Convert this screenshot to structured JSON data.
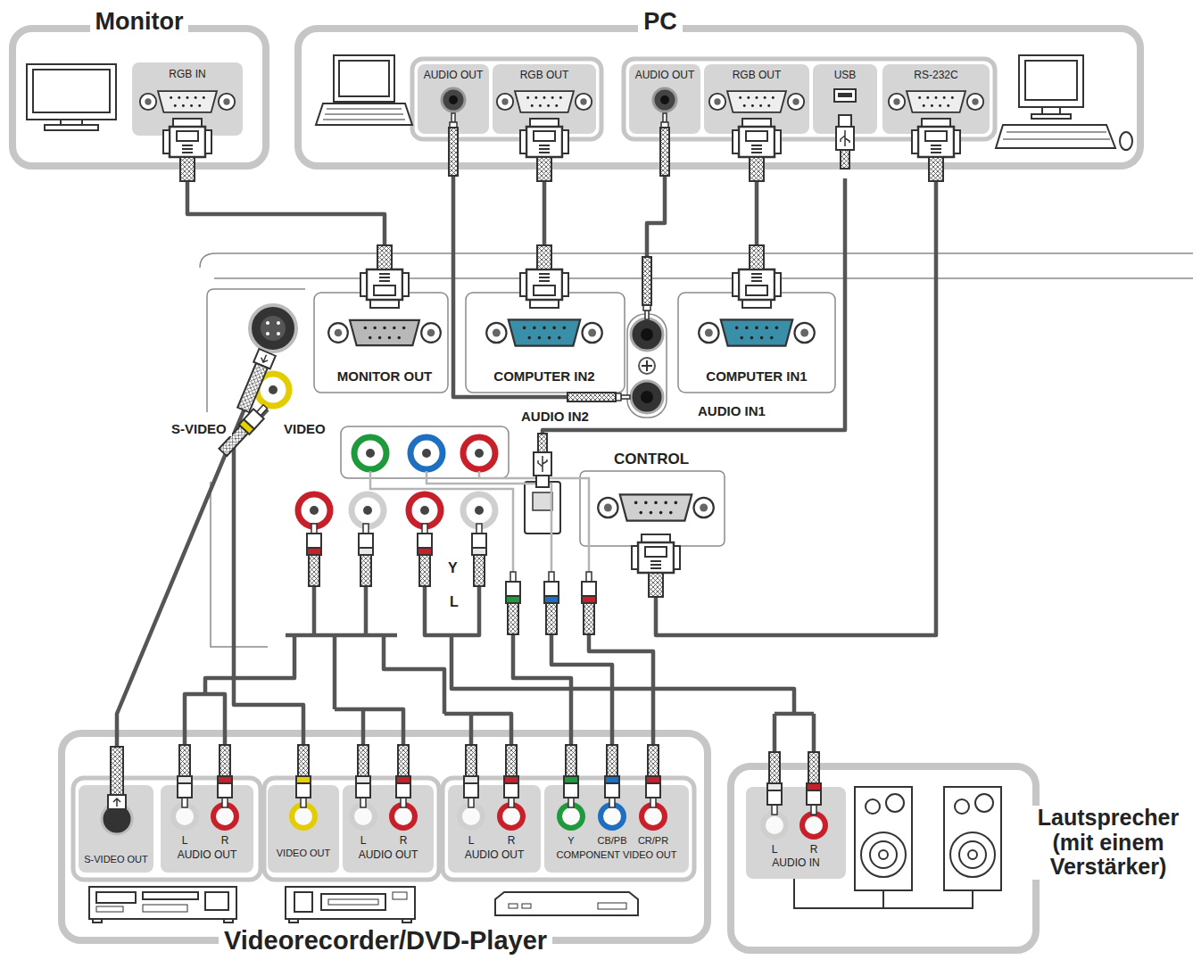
{
  "diagram": {
    "nodes": [
      {
        "text": [
          "Monitor"
        ]
      },
      {
        "text": [
          "RGB IN"
        ],
        "in": 0
      },
      {
        "text": [
          "PC"
        ]
      },
      {
        "text": [
          "AUDIO OUT"
        ],
        "in": 2
      },
      {
        "text": [
          "RGB OUT"
        ],
        "in": 2
      },
      {
        "text": [
          "AUDIO OUT"
        ],
        "in": 2
      },
      {
        "text": [
          "RGB OUT"
        ],
        "in": 2
      },
      {
        "text": [
          "USB"
        ],
        "in": 2
      },
      {
        "text": [
          "RS-232C"
        ],
        "in": 2
      },
      {
        "text": [
          "MONITOR OUT"
        ]
      },
      {
        "text": [
          "COMPUTER IN2"
        ]
      },
      {
        "text": [
          "COMPUTER IN1"
        ]
      },
      {
        "text": [
          "AUDIO IN1"
        ]
      },
      {
        "text": [
          "AUDIO IN2"
        ]
      },
      {
        "text": [
          "S-VIDEO"
        ]
      },
      {
        "text": [
          "VIDEO"
        ]
      },
      {
        "text": [
          "CONTROL"
        ]
      },
      {
        "text": [
          "Videorecorder/DVD-Player"
        ]
      },
      {
        "text": [
          "S-VIDEO OUT"
        ],
        "in": 17
      },
      {
        "text": [
          "L",
          "R",
          "AUDIO OUT"
        ],
        "in": 17
      },
      {
        "text": [
          "VIDEO OUT"
        ],
        "in": 17
      },
      {
        "text": [
          "L",
          "R",
          "AUDIO OUT"
        ],
        "in": 17
      },
      {
        "text": [
          "L",
          "R",
          "AUDIO OUT"
        ],
        "in": 17
      },
      {
        "text": [
          "Y",
          "CB/PB",
          "CR/PR",
          "COMPONENT VIDEO OUT"
        ],
        "in": 17
      },
      {
        "text": [
          "Lautsprecher (mit einem Verstärker)"
        ]
      },
      {
        "text": [
          "L",
          "R",
          "AUDIO IN"
        ],
        "in": 24
      }
    ],
    "edges": [
      {
        "from": 9,
        "to": 1,
        "arrow": "none"
      },
      {
        "from": 4,
        "to": 10,
        "arrow": "none"
      },
      {
        "from": 3,
        "to": 13,
        "arrow": "none"
      },
      {
        "from": 5,
        "to": 12,
        "arrow": "none"
      },
      {
        "from": 6,
        "to": 11,
        "arrow": "none"
      },
      {
        "from": 8,
        "to": 16,
        "arrow": "none"
      },
      {
        "from": 18,
        "to": 14,
        "arrow": "none"
      },
      {
        "from": 20,
        "to": 15,
        "arrow": "none"
      }
    ],
    "labels": [
      "Y",
      "L"
    ]
  }
}
